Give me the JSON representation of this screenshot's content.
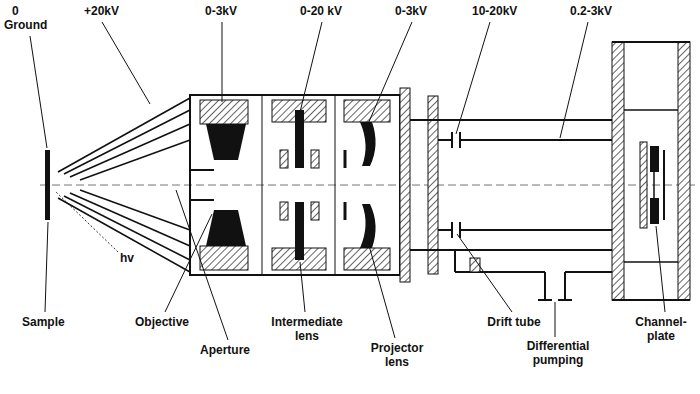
{
  "diagram": {
    "labels": [
      "0",
      "Ground",
      "+20kV",
      "0-3kV",
      "0-20 kV",
      "0-3kV",
      "10-20kV",
      "0.2-3kV",
      "hv",
      "Sample",
      "Objective",
      "Aperture",
      "Intermediate lens",
      "Projector lens",
      "Drift tube",
      "Differential pumping",
      "Channel-plate"
    ]
  }
}
